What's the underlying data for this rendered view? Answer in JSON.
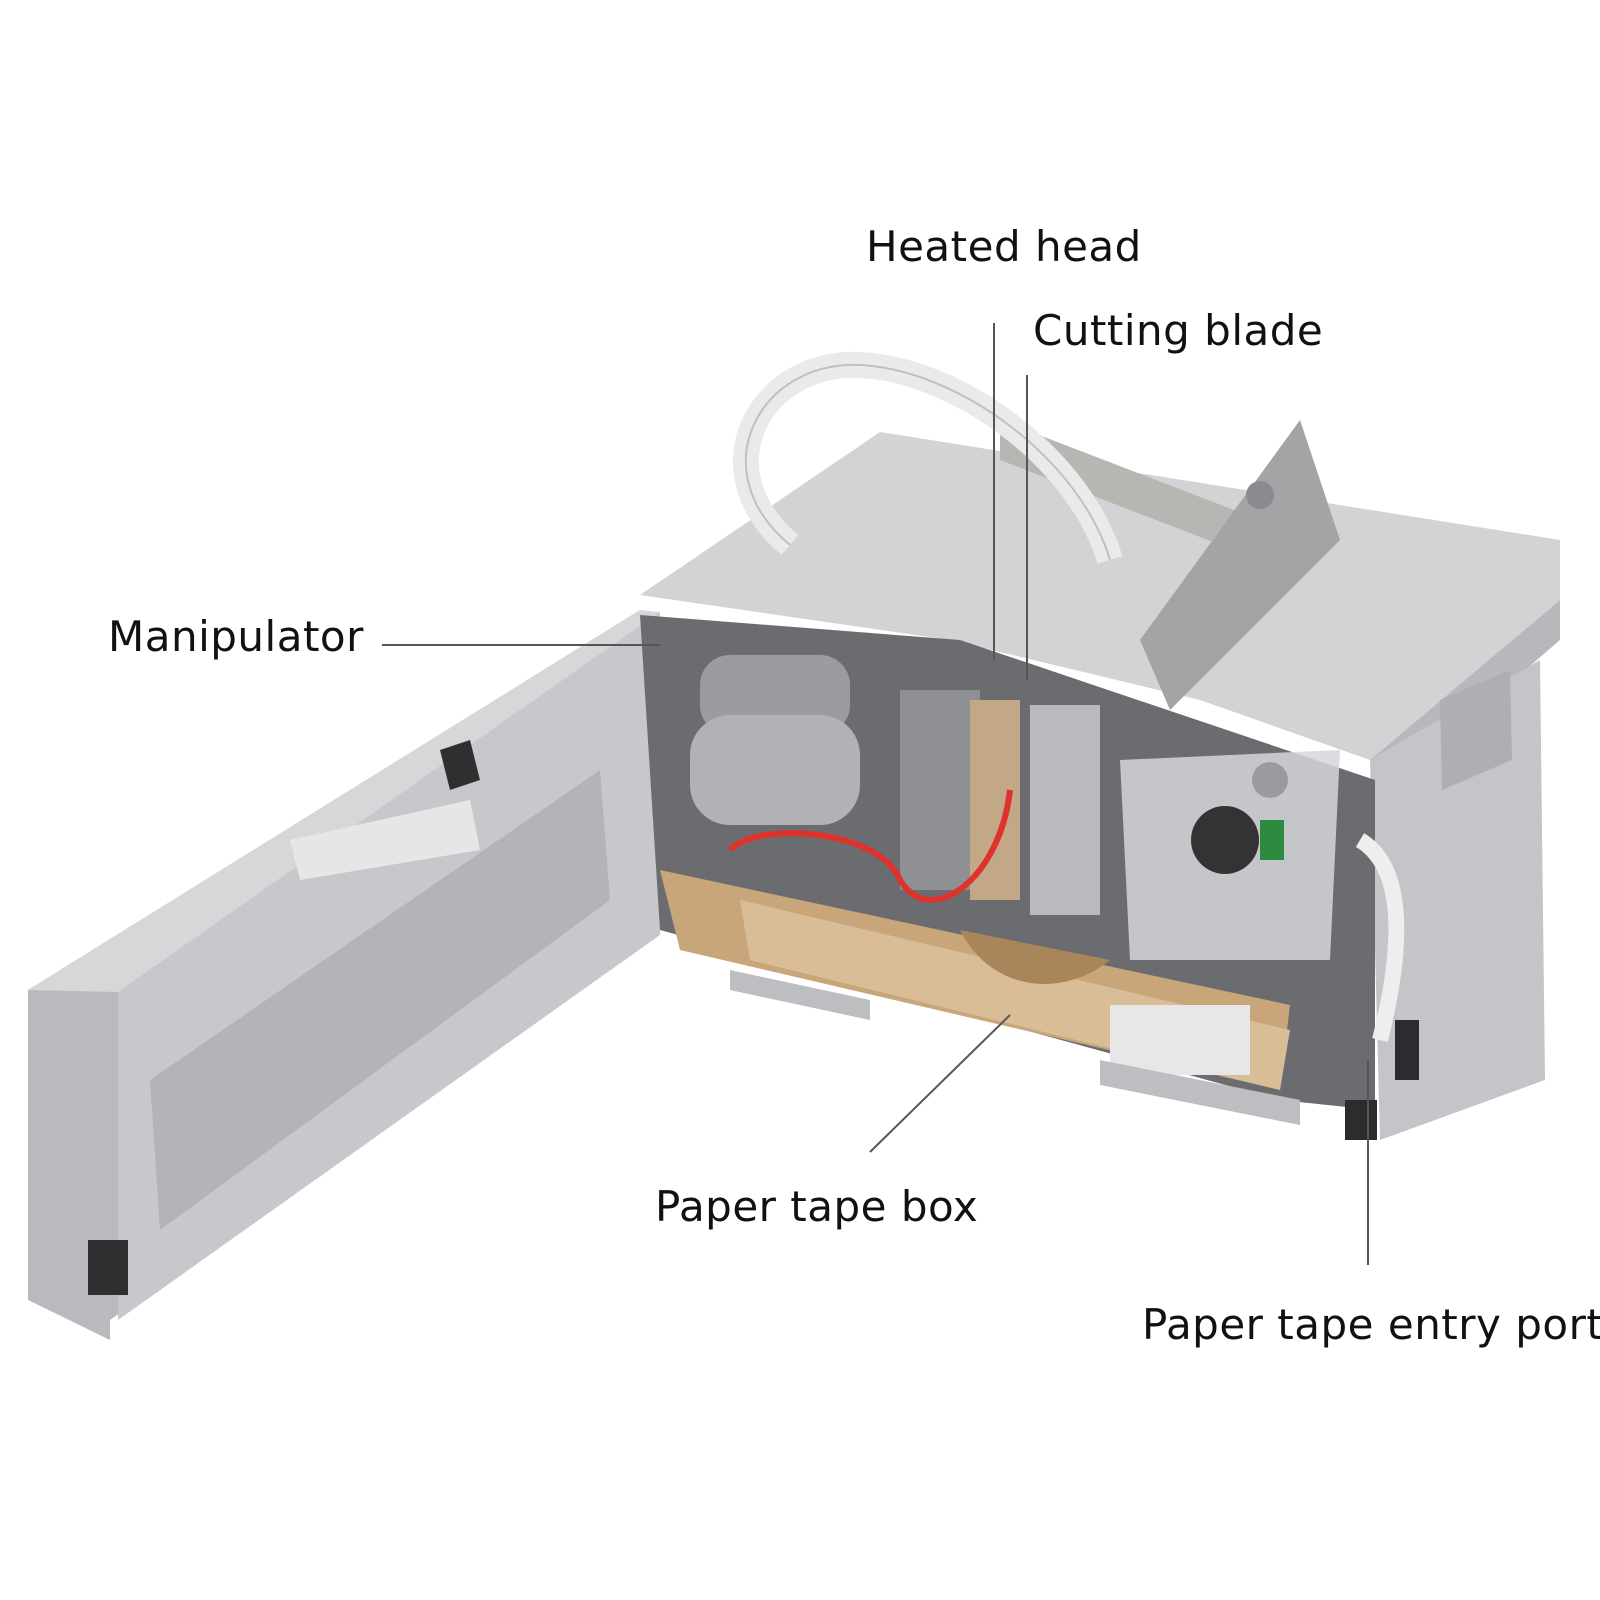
{
  "labels": {
    "heated_head": "Heated head",
    "cutting_blade": "Cutting blade",
    "manipulator": "Manipulator",
    "paper_tape_box": "Paper tape box",
    "paper_tape_entry_port": "Paper tape entry port"
  },
  "colors": {
    "housing": "#c9cacc",
    "housing_dark": "#a9abae",
    "housing_light": "#dcdddf",
    "interior": "#5a5c60",
    "tray": "#c9a57a",
    "wire_red": "#e0322c",
    "leader": "#555555"
  }
}
